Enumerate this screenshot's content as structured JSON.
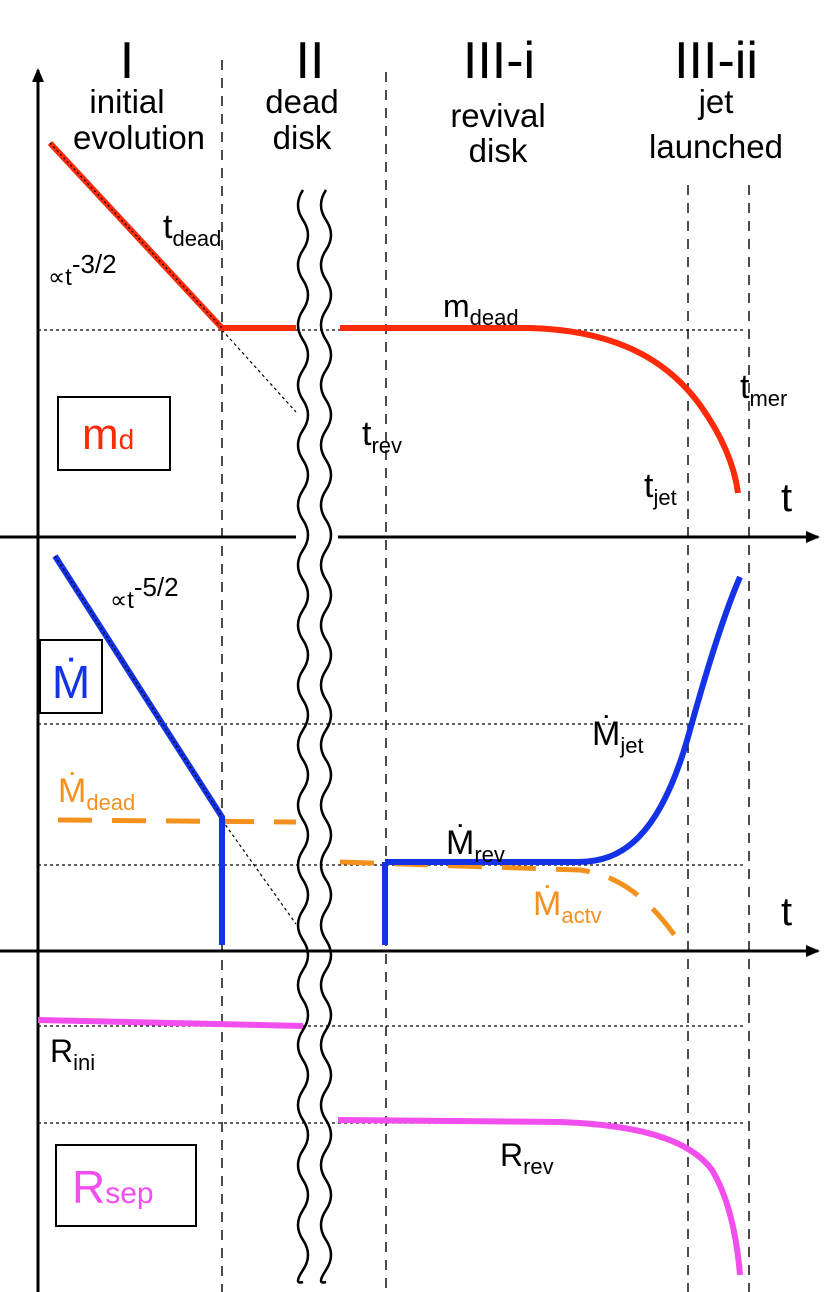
{
  "phases": [
    {
      "num": "I",
      "desc": [
        "initial",
        "evolution"
      ]
    },
    {
      "num": "II",
      "desc": [
        "dead",
        "disk"
      ]
    },
    {
      "num": "III-i",
      "desc": [
        "revival",
        "disk"
      ]
    },
    {
      "num": "III-ii",
      "desc": [
        "jet",
        "launched"
      ]
    }
  ],
  "panels": {
    "md": {
      "box_label": "m",
      "box_sub": "d",
      "power_law": {
        "prefix": "∝t",
        "exp": "-3/2"
      },
      "t_dead": {
        "main": "t",
        "sub": "dead"
      },
      "m_dead": {
        "main": "m",
        "sub": "dead"
      },
      "t_rev": {
        "main": "t",
        "sub": "rev"
      },
      "t_jet": {
        "main": "t",
        "sub": "jet"
      },
      "t_mer": {
        "main": "t",
        "sub": "mer"
      },
      "axis_t": "t"
    },
    "mdot": {
      "box_label": "Ṁ",
      "power_law": {
        "prefix": "∝t",
        "exp": "-5/2"
      },
      "mdot_dead": {
        "main": "Ṁ",
        "sub": "dead"
      },
      "mdot_rev": {
        "main": "Ṁ",
        "sub": "rev"
      },
      "mdot_jet": {
        "main": "Ṁ",
        "sub": "jet"
      },
      "mdot_actv": {
        "main": "Ṁ",
        "sub": "actv"
      },
      "axis_t": "t"
    },
    "rsep": {
      "box_label": "R",
      "box_sub": "sep",
      "r_ini": {
        "main": "R",
        "sub": "ini"
      },
      "r_rev": {
        "main": "R",
        "sub": "rev"
      }
    }
  },
  "colors": {
    "md_curve": "#ff2a0a",
    "mdot_curve": "#1533e6",
    "mdot_dead_curve": "#f4911e",
    "rsep_curve": "#f24ded"
  }
}
